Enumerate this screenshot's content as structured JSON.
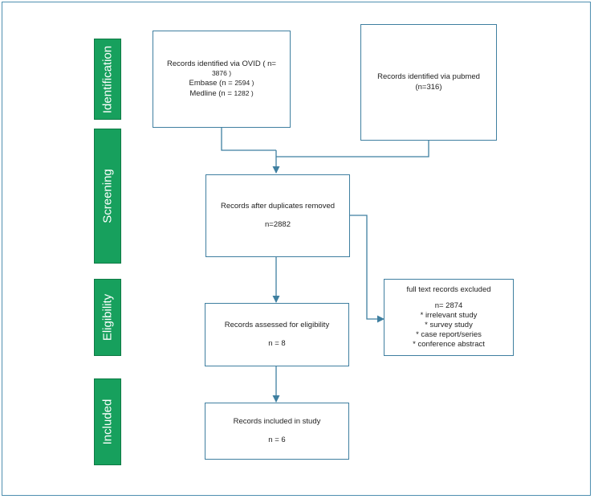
{
  "stages": {
    "identification": "Identification",
    "screening": "Screening",
    "eligibility": "Eligibility",
    "included": "Included"
  },
  "boxes": {
    "ovid": {
      "line1": "Records identified via OVID ( n=",
      "line2": "3876 )",
      "embase_label": "Embase (n = ",
      "embase_value": "2594",
      "embase_close": " )",
      "medline_label": "Medline (n = ",
      "medline_value": "1282",
      "medline_close": " )"
    },
    "pubmed": {
      "line1": "Records identified via pubmed",
      "line2": "(n=316)"
    },
    "duplicates": {
      "line1": "Records after duplicates removed",
      "line2": "n=2882"
    },
    "eligibility": {
      "line1": "Records assessed for eligibility",
      "line2": "n = 8"
    },
    "included": {
      "line1": "Records included in study",
      "line2": "n = 6"
    },
    "excluded": {
      "title": "full text records excluded",
      "count": "n= 2874",
      "reasons": [
        "*  irrelevant study",
        "* survey study",
        "* case report/series",
        "* conference abstract"
      ]
    }
  },
  "colors": {
    "stage": "#17a05d",
    "border": "#3f7fa0",
    "arrow": "#3f7fa0",
    "frame": "#4f8fb0"
  }
}
